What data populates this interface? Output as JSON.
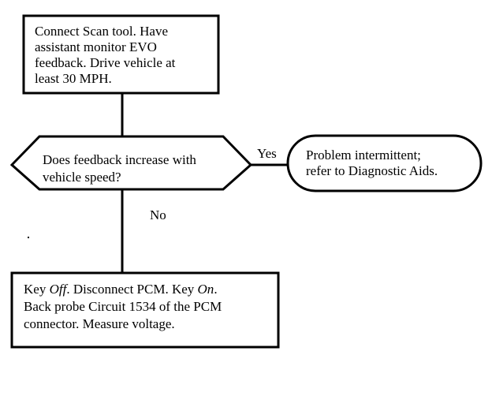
{
  "flowchart": {
    "start_box": {
      "lines": [
        "Connect Scan tool. Have",
        "assistant monitor EVO",
        "feedback. Drive vehicle at",
        "least 30 MPH."
      ]
    },
    "decision": {
      "lines": [
        "Does feedback increase with",
        "vehicle speed?"
      ]
    },
    "yes_label": "Yes",
    "no_label": "No",
    "yes_result": {
      "lines": [
        "Problem intermittent;",
        "refer to Diagnostic Aids."
      ]
    },
    "no_action": {
      "line1_parts": [
        "Key ",
        "Off",
        ". Disconnect PCM. Key ",
        "On",
        "."
      ],
      "lines": [
        "Back probe Circuit 1534 of the PCM",
        "connector. Measure voltage."
      ]
    }
  }
}
